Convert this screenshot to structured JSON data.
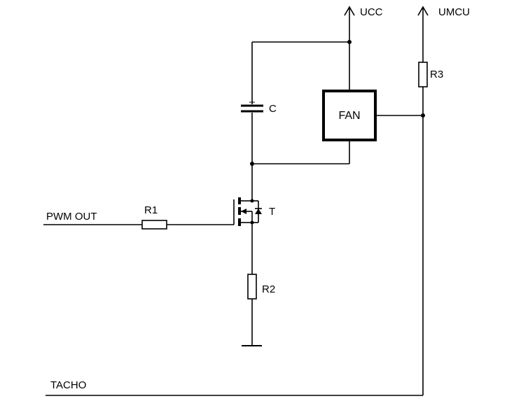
{
  "labels": {
    "ucc": "UCC",
    "umcu": "UMCU",
    "r3": "R3",
    "c": "C",
    "fan": "FAN",
    "r1": "R1",
    "t": "T",
    "r2": "R2",
    "pwm_out": "PWM OUT",
    "tacho": "TACHO"
  }
}
